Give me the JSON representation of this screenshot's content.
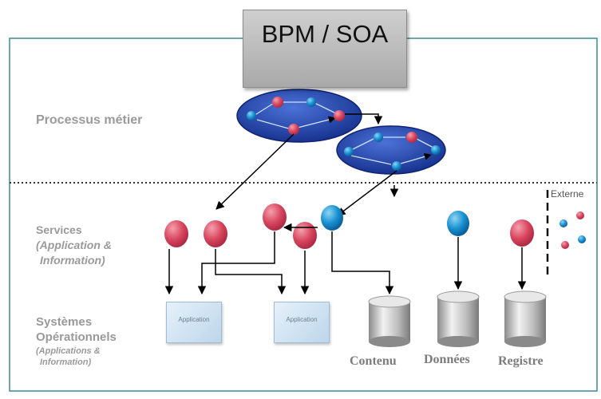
{
  "title": "BPM / SOA",
  "layers": {
    "processus": "Processus métier",
    "services_line1": "Services",
    "services_line2": "(Application &",
    "services_line3": "Information)",
    "systemes_line1": "Systèmes",
    "systemes_line2": "Opérationnels",
    "systemes_line3": "(Applications &",
    "systemes_line4": "Information)"
  },
  "externe": "Externe",
  "applications": [
    "Application",
    "Application"
  ],
  "stores": [
    "Contenu",
    "Données",
    "Registre"
  ],
  "colors": {
    "frame": "#3a8a9a",
    "process_ellipse": "#1d3fa8",
    "service_red": "#d8465e",
    "service_blue": "#1690d0",
    "arrow": "#000000"
  }
}
